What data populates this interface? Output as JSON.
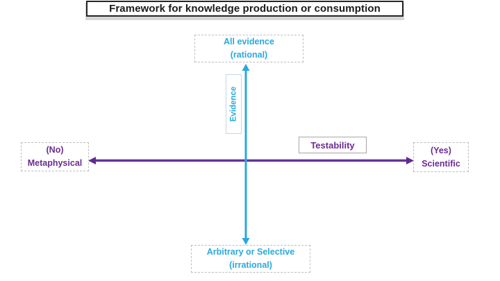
{
  "title": "Framework for knowledge production or consumption",
  "diagram": {
    "top_box": {
      "line1": "All evidence",
      "line2": "(rational)"
    },
    "bottom_box": {
      "line1": "Arbitrary or Selective",
      "line2": "(irrational)"
    },
    "left_box": {
      "line1": "(No)",
      "line2": "Metaphysical"
    },
    "right_box": {
      "line1": "(Yes)",
      "line2": "Scientific"
    },
    "vertical_axis": {
      "label": "Evidence"
    },
    "horizontal_axis": {
      "label": "Testability"
    }
  },
  "colors": {
    "evidence": "#29a9dc",
    "testability_line": "#5f2c90",
    "testability_highlight": "#a98cc9",
    "purple_text": "#6a2c91",
    "title_text": "#1a1a1a"
  }
}
